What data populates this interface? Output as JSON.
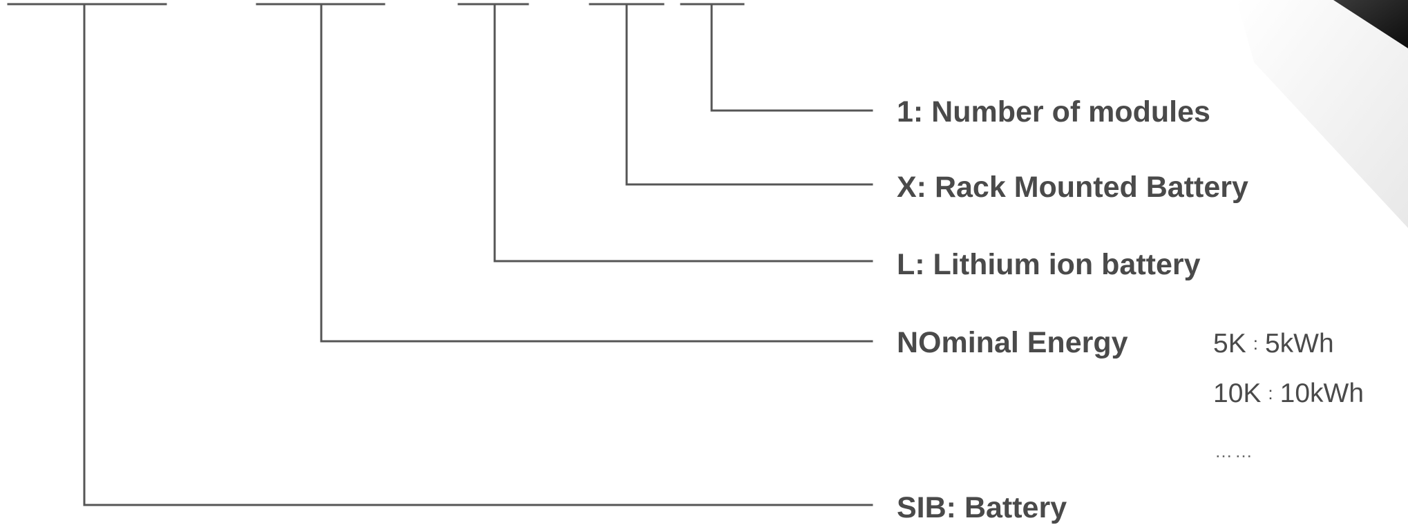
{
  "legend": [
    {
      "id": "modules",
      "code": "1",
      "label": "1: Number of modules"
    },
    {
      "id": "rack",
      "code": "X",
      "label": "X: Rack Mounted Battery"
    },
    {
      "id": "lithium",
      "code": "L",
      "label": "L: Lithium ion battery"
    },
    {
      "id": "energy",
      "label": "NOminal Energy",
      "options": [
        {
          "code": "5K",
          "separator": ":",
          "value": "5kWh"
        },
        {
          "code": "10K",
          "separator": ":",
          "value": "10kWh"
        }
      ],
      "more": "……"
    },
    {
      "id": "sib",
      "code": "SIB",
      "label": "SIB: Battery"
    }
  ],
  "colors": {
    "line": "#555555",
    "text": "#4a4a4a",
    "shadow": "#1a1a1a",
    "panel": "#f1f1f1"
  }
}
